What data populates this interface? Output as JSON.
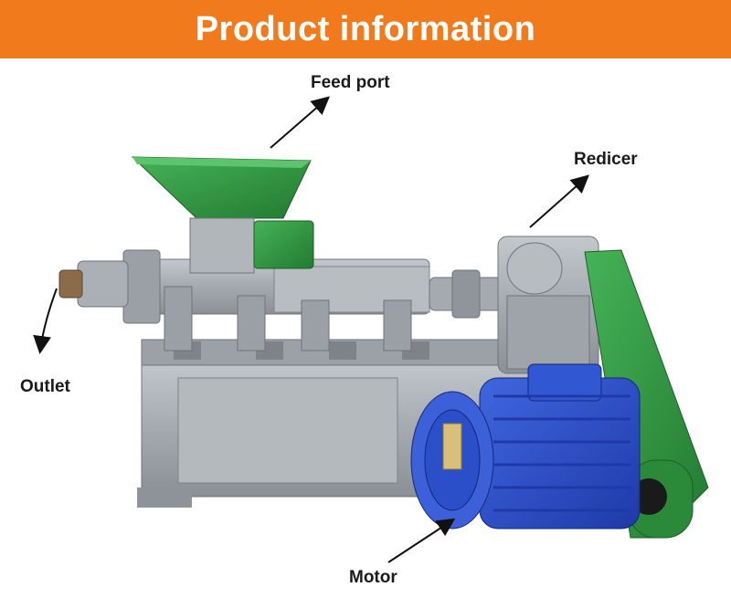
{
  "header": {
    "title": "Product information"
  },
  "labels": {
    "feed_port": "Feed port",
    "reducer": "Redicer",
    "outlet": "Outlet",
    "motor": "Motor"
  },
  "colors": {
    "banner": "#f07a1c",
    "hopper_green": "#2c8f3c",
    "frame_gray": "#a7adb3",
    "motor_blue": "#2b4fc9",
    "belt_guard_green": "#3aa24a"
  }
}
